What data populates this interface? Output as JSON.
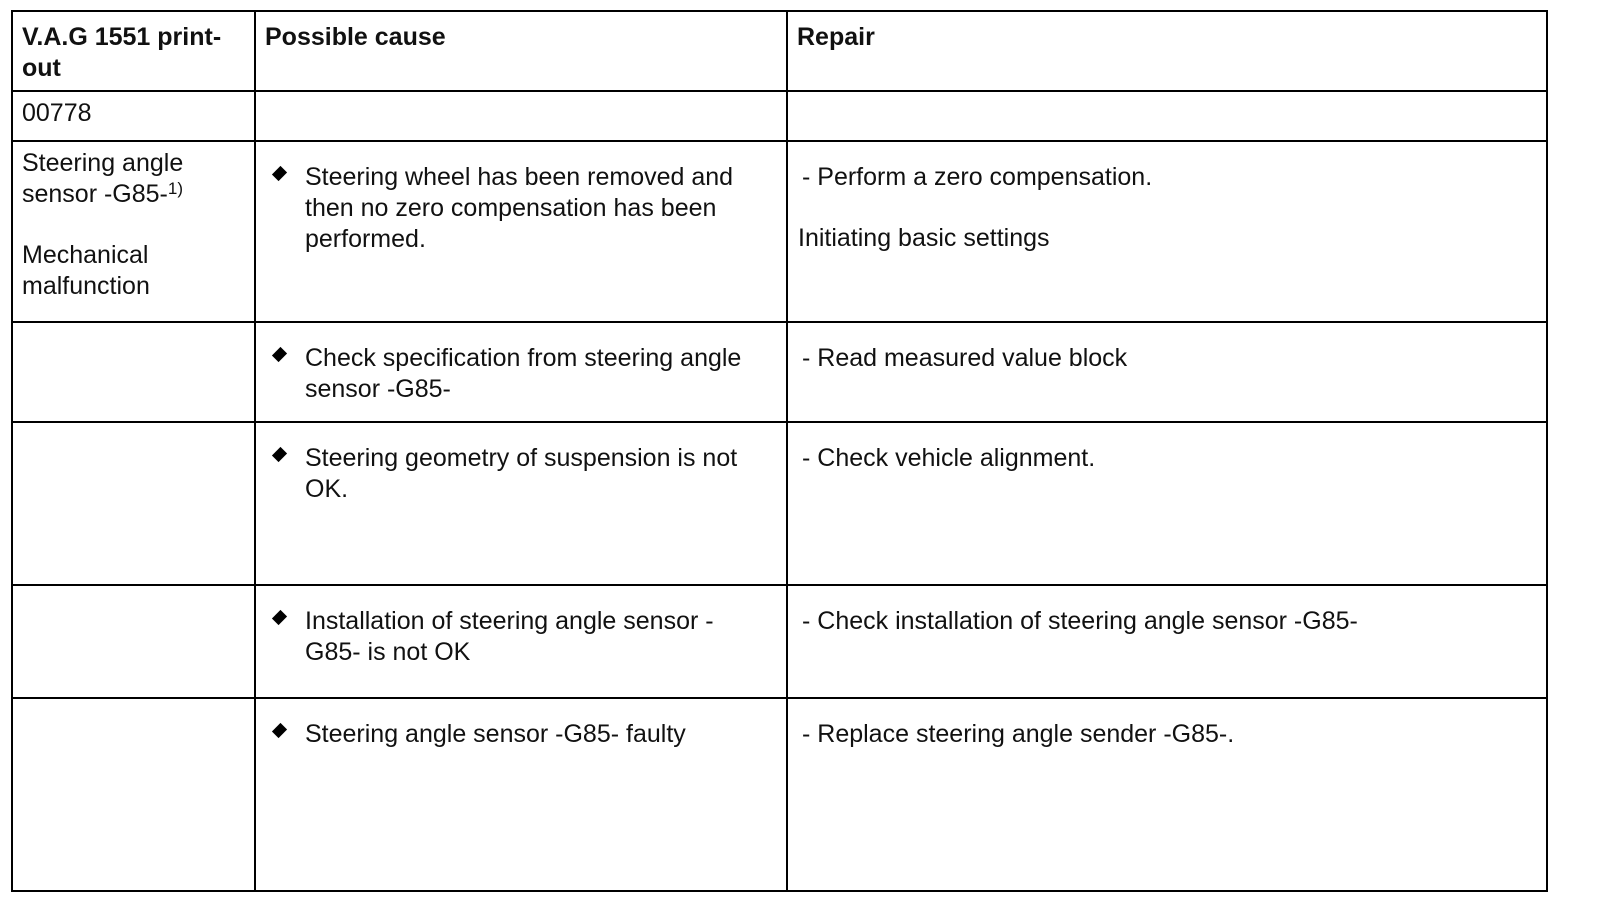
{
  "header": {
    "col1": "V.A.G 1551 print-out",
    "col2": "Possible cause",
    "col3": "Repair"
  },
  "code_row": {
    "code": "00778"
  },
  "fault": {
    "component": "Steering angle sensor -G85-",
    "footnote_marker": "1)",
    "type": "Mechanical malfunction"
  },
  "rows": [
    {
      "cause": "Steering wheel has been removed and then no zero compensation has been performed.",
      "repair": "- Perform a zero compensation.",
      "repair_note": "Initiating basic settings"
    },
    {
      "cause": "Check specification from steering angle sensor -G85-",
      "repair": "- Read measured value block"
    },
    {
      "cause": "Steering geometry of suspension is not OK.",
      "repair": "- Check vehicle alignment."
    },
    {
      "cause": "Installation of steering angle sensor -G85- is not OK",
      "repair": "- Check installation of steering angle sensor -G85-"
    },
    {
      "cause": "Steering angle sensor -G85- faulty",
      "repair": "- Replace steering angle sender -G85-."
    }
  ]
}
